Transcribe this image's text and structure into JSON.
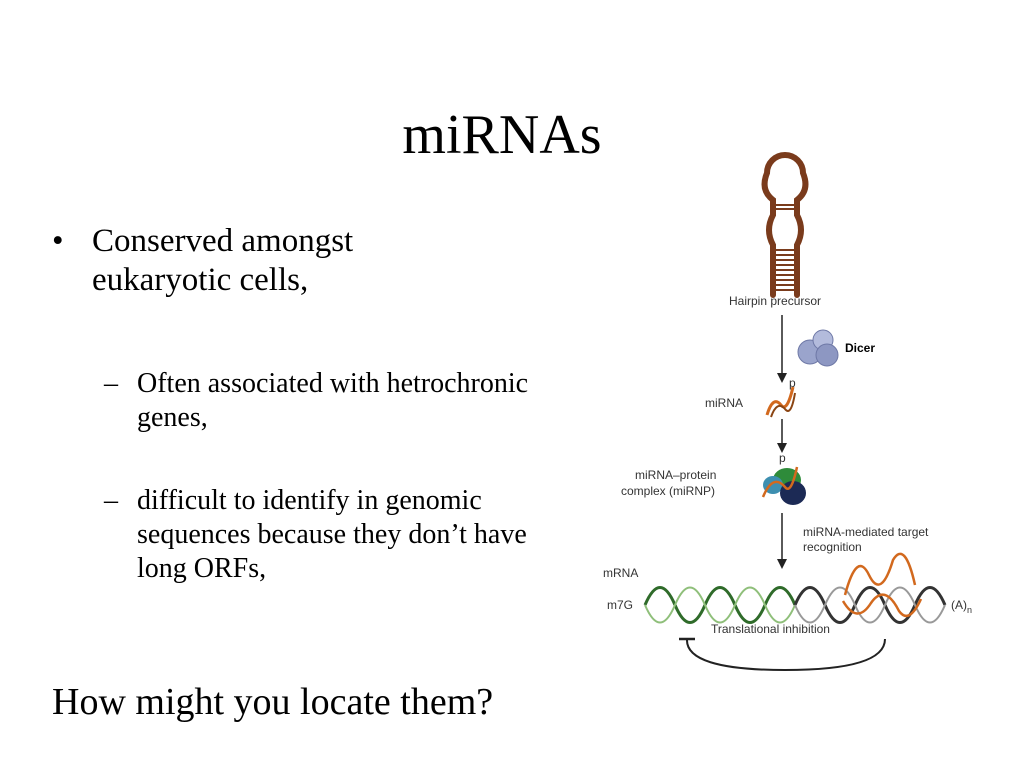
{
  "slide": {
    "title": "miRNAs",
    "bullet_marker": "•",
    "bullet_1": "Conserved amongst eukaryotic cells,",
    "dash_marker": "–",
    "sub_bullets": [
      "Often associated with hetrochronic genes,",
      "difficult to identify in genomic sequences because they don’t have long ORFs,"
    ],
    "question": "How might you locate them?"
  },
  "diagram": {
    "labels": {
      "hairpin": "Hairpin precursor",
      "dicer": "Dicer",
      "p1": "p",
      "mirna": "miRNA",
      "p2": "p",
      "mirnp_1": "miRNA–protein",
      "mirnp_2": "complex (miRNP)",
      "target_1": "miRNA-mediated target",
      "target_2": "recognition",
      "mrna": "mRNA",
      "m7g": "m7G",
      "polya": "(A)",
      "polya_sub": "n",
      "inhibition": "Translational inhibition"
    },
    "colors": {
      "hairpin_brown": "#7a3b1c",
      "dicer_blue": "#9aa4cc",
      "mirna_orange": "#d2691e",
      "protein_green": "#2e8b3a",
      "protein_navy": "#1c2a55",
      "protein_teal": "#3d8fb0",
      "mrna_green": "#2f6b2a",
      "mrna_dark": "#333333"
    }
  }
}
